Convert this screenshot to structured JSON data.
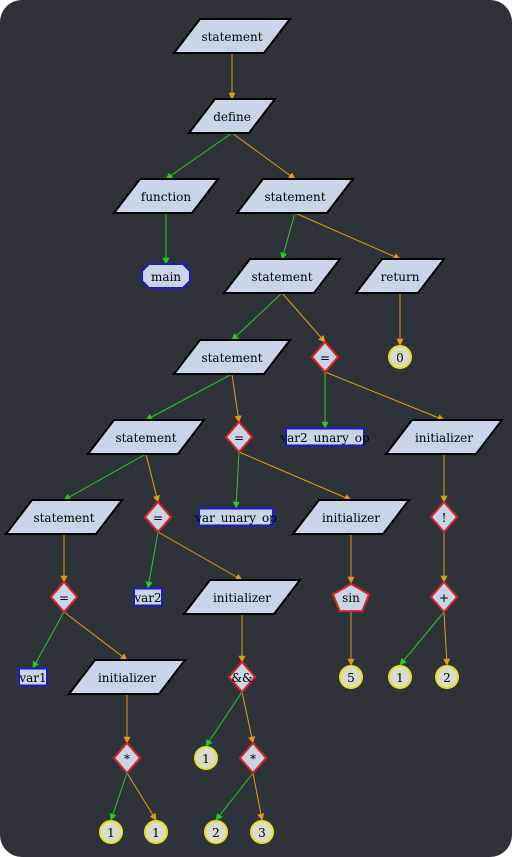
{
  "colors": {
    "background": "#2e333a",
    "node_fill": "#c8d4e8",
    "node_stroke_default": "#000000",
    "node_stroke_blue": "#1a1acc",
    "node_stroke_red": "#dd2222",
    "leaf_fill": "#d8dccc",
    "leaf_stroke": "#e8e020",
    "edge_green": "#22cc22",
    "edge_orange": "#e69a10"
  },
  "nodes": [
    {
      "id": "n1",
      "label": "statement",
      "shape": "parallelogram"
    },
    {
      "id": "n2",
      "label": "define",
      "shape": "parallelogram"
    },
    {
      "id": "n3",
      "label": "function",
      "shape": "parallelogram"
    },
    {
      "id": "n4",
      "label": "statement",
      "shape": "parallelogram"
    },
    {
      "id": "n5",
      "label": "main",
      "shape": "octagon"
    },
    {
      "id": "n6",
      "label": "statement",
      "shape": "parallelogram"
    },
    {
      "id": "n7",
      "label": "return",
      "shape": "parallelogram"
    },
    {
      "id": "n8",
      "label": "0",
      "shape": "circle"
    },
    {
      "id": "n9",
      "label": "statement",
      "shape": "parallelogram"
    },
    {
      "id": "n10",
      "label": "=",
      "shape": "diamond"
    },
    {
      "id": "n11",
      "label": "statement",
      "shape": "parallelogram"
    },
    {
      "id": "n12",
      "label": "=",
      "shape": "diamond"
    },
    {
      "id": "n13",
      "label": "var2_unary_op",
      "shape": "box"
    },
    {
      "id": "n14",
      "label": "initializer",
      "shape": "parallelogram"
    },
    {
      "id": "n15",
      "label": "statement",
      "shape": "parallelogram"
    },
    {
      "id": "n16",
      "label": "=",
      "shape": "diamond"
    },
    {
      "id": "n17",
      "label": "var_unary_op",
      "shape": "box"
    },
    {
      "id": "n18",
      "label": "initializer",
      "shape": "parallelogram"
    },
    {
      "id": "n19",
      "label": "!",
      "shape": "diamond"
    },
    {
      "id": "n20",
      "label": "=",
      "shape": "diamond"
    },
    {
      "id": "n21",
      "label": "var2",
      "shape": "box"
    },
    {
      "id": "n22",
      "label": "initializer",
      "shape": "parallelogram"
    },
    {
      "id": "n23",
      "label": "sin",
      "shape": "pentagon"
    },
    {
      "id": "n24",
      "label": "+",
      "shape": "diamond"
    },
    {
      "id": "n25",
      "label": "var1",
      "shape": "box"
    },
    {
      "id": "n26",
      "label": "initializer",
      "shape": "parallelogram"
    },
    {
      "id": "n27",
      "label": "&&",
      "shape": "diamond"
    },
    {
      "id": "n28",
      "label": "5",
      "shape": "circle"
    },
    {
      "id": "n29",
      "label": "1",
      "shape": "circle"
    },
    {
      "id": "n30",
      "label": "2",
      "shape": "circle"
    },
    {
      "id": "n31",
      "label": "*",
      "shape": "diamond"
    },
    {
      "id": "n32",
      "label": "1",
      "shape": "circle"
    },
    {
      "id": "n33",
      "label": "*",
      "shape": "diamond"
    },
    {
      "id": "n34",
      "label": "1",
      "shape": "circle"
    },
    {
      "id": "n35",
      "label": "1",
      "shape": "circle"
    },
    {
      "id": "n36",
      "label": "2",
      "shape": "circle"
    },
    {
      "id": "n37",
      "label": "3",
      "shape": "circle"
    }
  ],
  "edges": [
    {
      "from": "n1",
      "to": "n2",
      "color": "orange"
    },
    {
      "from": "n2",
      "to": "n3",
      "color": "green"
    },
    {
      "from": "n2",
      "to": "n4",
      "color": "orange"
    },
    {
      "from": "n3",
      "to": "n5",
      "color": "green"
    },
    {
      "from": "n4",
      "to": "n6",
      "color": "green"
    },
    {
      "from": "n4",
      "to": "n7",
      "color": "orange"
    },
    {
      "from": "n7",
      "to": "n8",
      "color": "orange"
    },
    {
      "from": "n6",
      "to": "n9",
      "color": "green"
    },
    {
      "from": "n6",
      "to": "n10",
      "color": "orange"
    },
    {
      "from": "n9",
      "to": "n11",
      "color": "green"
    },
    {
      "from": "n9",
      "to": "n12",
      "color": "orange"
    },
    {
      "from": "n10",
      "to": "n13",
      "color": "green"
    },
    {
      "from": "n10",
      "to": "n14",
      "color": "orange"
    },
    {
      "from": "n11",
      "to": "n15",
      "color": "green"
    },
    {
      "from": "n11",
      "to": "n16",
      "color": "orange"
    },
    {
      "from": "n12",
      "to": "n17",
      "color": "green"
    },
    {
      "from": "n12",
      "to": "n18",
      "color": "orange"
    },
    {
      "from": "n14",
      "to": "n19",
      "color": "orange"
    },
    {
      "from": "n15",
      "to": "n20",
      "color": "orange"
    },
    {
      "from": "n16",
      "to": "n21",
      "color": "green"
    },
    {
      "from": "n16",
      "to": "n22",
      "color": "orange"
    },
    {
      "from": "n18",
      "to": "n23",
      "color": "orange"
    },
    {
      "from": "n19",
      "to": "n24",
      "color": "orange"
    },
    {
      "from": "n20",
      "to": "n25",
      "color": "green"
    },
    {
      "from": "n20",
      "to": "n26",
      "color": "orange"
    },
    {
      "from": "n22",
      "to": "n27",
      "color": "orange"
    },
    {
      "from": "n23",
      "to": "n28",
      "color": "orange"
    },
    {
      "from": "n24",
      "to": "n29",
      "color": "green"
    },
    {
      "from": "n24",
      "to": "n30",
      "color": "orange"
    },
    {
      "from": "n26",
      "to": "n31",
      "color": "orange"
    },
    {
      "from": "n27",
      "to": "n32",
      "color": "green"
    },
    {
      "from": "n27",
      "to": "n33",
      "color": "orange"
    },
    {
      "from": "n31",
      "to": "n34",
      "color": "green"
    },
    {
      "from": "n31",
      "to": "n35",
      "color": "orange"
    },
    {
      "from": "n33",
      "to": "n36",
      "color": "green"
    },
    {
      "from": "n33",
      "to": "n37",
      "color": "orange"
    }
  ]
}
